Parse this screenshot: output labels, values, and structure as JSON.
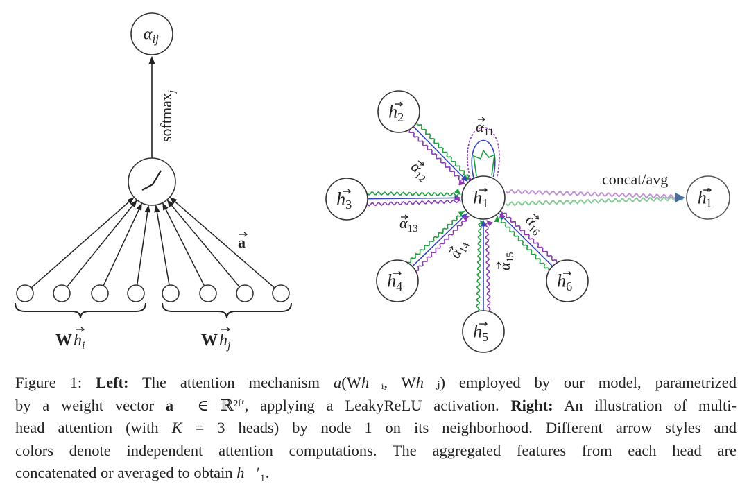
{
  "left_diagram": {
    "output_node": {
      "label": "α",
      "sub": "ij"
    },
    "edge_label": "softmax",
    "edge_label_sub": "j",
    "weight_label": "a",
    "group_labels": [
      {
        "label": "W",
        "h": "h",
        "sub": "i"
      },
      {
        "label": "W",
        "h": "h",
        "sub": "j"
      }
    ],
    "input_count": 8
  },
  "right_diagram": {
    "center": {
      "label": "h",
      "sub": "1"
    },
    "neighbors": [
      {
        "label": "h",
        "sub": "2",
        "edge": "α",
        "edge_sub": "12"
      },
      {
        "label": "h",
        "sub": "3",
        "edge": "α",
        "edge_sub": "13"
      },
      {
        "label": "h",
        "sub": "4",
        "edge": "α",
        "edge_sub": "14"
      },
      {
        "label": "h",
        "sub": "5",
        "edge": "α",
        "edge_sub": "15"
      },
      {
        "label": "h",
        "sub": "6",
        "edge": "α",
        "edge_sub": "16"
      }
    ],
    "self_loop": {
      "label": "α",
      "sub": "11"
    },
    "output": {
      "label": "h",
      "prime": "′",
      "sub": "1",
      "arrow_label": "concat/avg"
    },
    "head_colors": {
      "green": "#1f9e3e",
      "blue": "#3346b8",
      "purple": "#8b3ab0",
      "output": "#4a6f9e"
    }
  },
  "caption": {
    "lines": [
      [
        {
          "t": "Figure 1: "
        },
        {
          "t": "Left:",
          "b": true
        },
        {
          "t": " The attention mechanism "
        },
        {
          "t": "a",
          "m": true
        },
        {
          "t": "(W"
        },
        {
          "t": "h⃗",
          "m": true
        },
        {
          "t": "ᵢ, W"
        },
        {
          "t": "h⃗",
          "m": true
        },
        {
          "t": "ⱼ) employed by our model, parametrized"
        }
      ],
      [
        {
          "t": "by a weight vector "
        },
        {
          "t": "a⃗",
          "b": true
        },
        {
          "t": " ∈ ℝ²ᶠ′, applying a LeakyReLU activation. "
        },
        {
          "t": "Right:",
          "b": true
        },
        {
          "t": " An illustration of multi-"
        }
      ],
      [
        {
          "t": "head attention (with "
        },
        {
          "t": "K",
          "m": true
        },
        {
          "t": " = 3 heads) by node 1 on its neighborhood. Different arrow styles and"
        }
      ],
      [
        {
          "t": "colors denote independent attention computations. The aggregated features from each head are"
        }
      ],
      [
        {
          "t": "concatenated or averaged to obtain "
        },
        {
          "t": "h⃗",
          "m": true
        },
        {
          "t": "′₁."
        }
      ]
    ]
  }
}
